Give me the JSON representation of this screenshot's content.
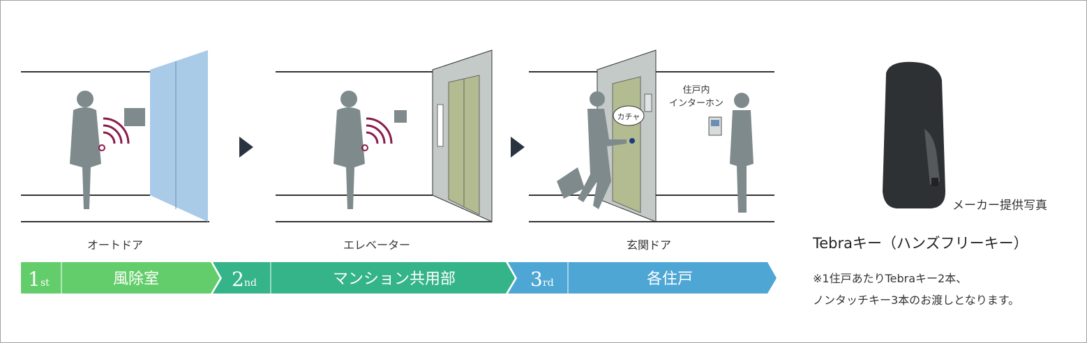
{
  "scenes": [
    {
      "caption": "オートドア"
    },
    {
      "caption": "エレベーター"
    },
    {
      "caption": "玄関ドア",
      "bubble": "カチャ",
      "intercom_label_line1": "住戸内",
      "intercom_label_line2": "インターホン"
    }
  ],
  "steps": [
    {
      "num": "1",
      "suffix": "st",
      "label": "風除室",
      "color": "#63cd6b"
    },
    {
      "num": "2",
      "suffix": "nd",
      "label": "マンション共用部",
      "color": "#34b488"
    },
    {
      "num": "3",
      "suffix": "rd",
      "label": "各住戸",
      "color": "#4ea6d4"
    }
  ],
  "product": {
    "photo_credit": "メーカー提供写真",
    "title": "Tebraキー（ハンズフリーキー）",
    "note_line1": "※1住戸あたりTebraキー2本、",
    "note_line2": "ノンタッチキー3本のお渡しとなります。"
  }
}
